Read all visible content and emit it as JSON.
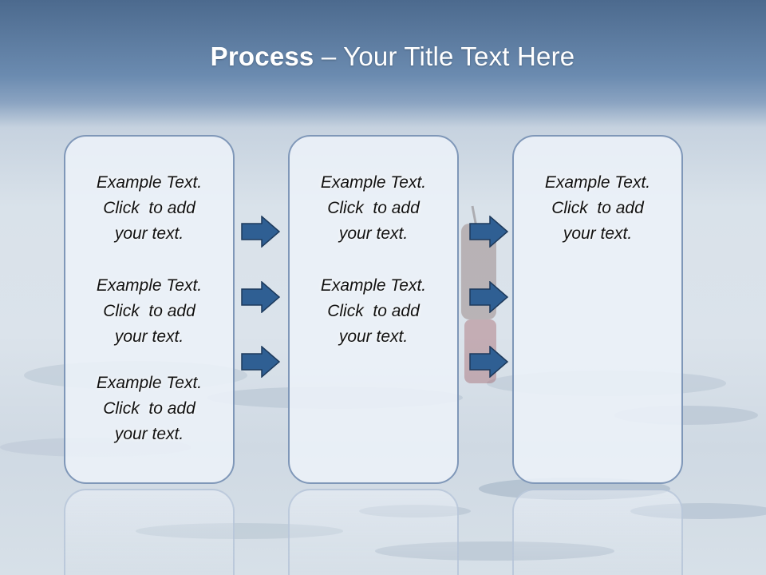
{
  "slide": {
    "title_bold": "Process",
    "title_rest": " – Your Title Text Here"
  },
  "columns": [
    {
      "blocks": [
        {
          "line1": "Example Text.",
          "line2": "Click  to add",
          "line3": "your text."
        },
        {
          "line1": "Example Text.",
          "line2": "Click  to add",
          "line3": "your text."
        },
        {
          "line1": "Example Text.",
          "line2": "Click  to add",
          "line3": "your text."
        }
      ]
    },
    {
      "blocks": [
        {
          "line1": "Example Text.",
          "line2": "Click  to add",
          "line3": "your text."
        },
        {
          "line1": "Example Text.",
          "line2": "Click  to add",
          "line3": "your text."
        }
      ]
    },
    {
      "blocks": [
        {
          "line1": "Example Text.",
          "line2": "Click  to add",
          "line3": "your text."
        }
      ]
    }
  ],
  "colors": {
    "arrow_fill": "#2f5f93",
    "arrow_stroke": "#1d3a5c",
    "card_border": "#7f97b8"
  },
  "icons": {
    "arrow": "right-arrow-icon"
  }
}
